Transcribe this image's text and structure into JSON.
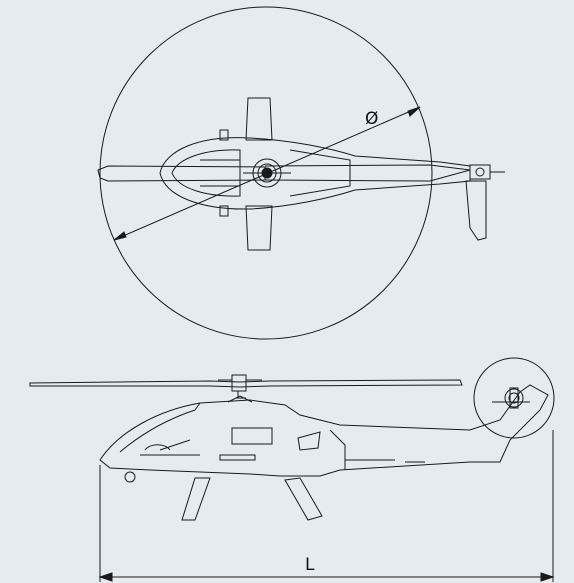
{
  "diagram": {
    "background": "#e6ebef",
    "line_color": "#1a1a1a",
    "labels": {
      "rotor_diameter_symbol": "Ø",
      "length_symbol": "L"
    }
  },
  "views": {
    "top": {
      "name": "top-view",
      "rotor_disc": "circle"
    },
    "side": {
      "name": "side-view"
    }
  }
}
